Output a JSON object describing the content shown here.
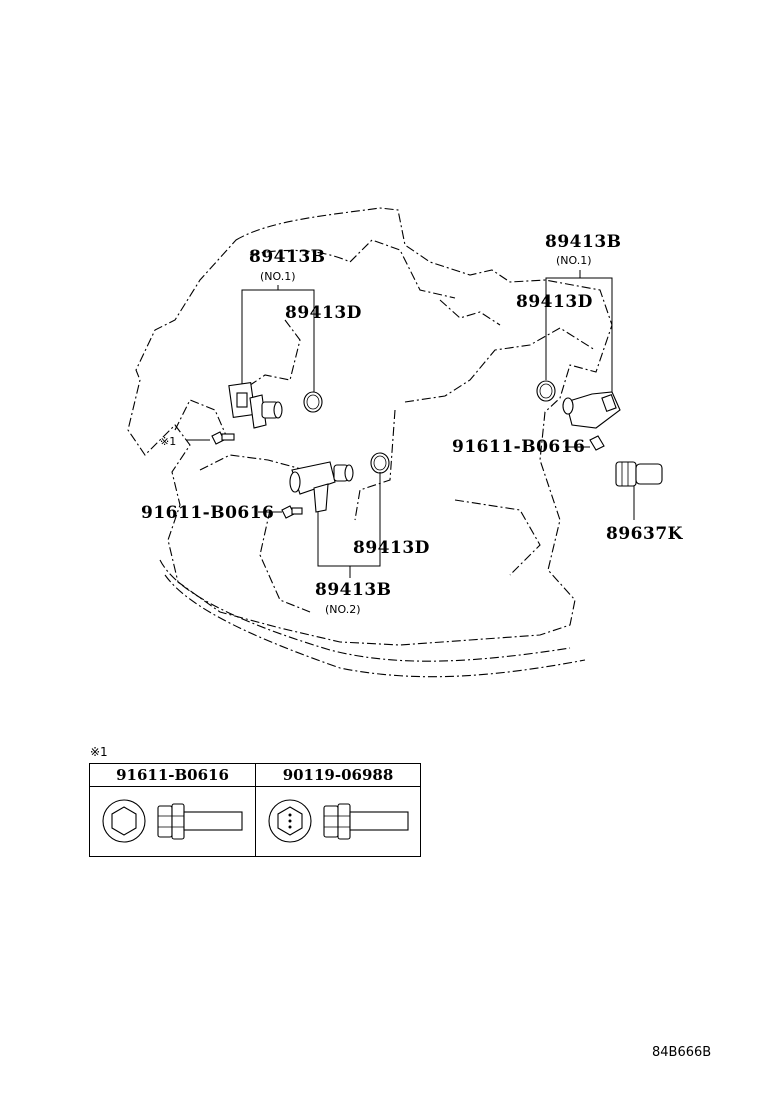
{
  "labels": {
    "left_sensor_part": "89413B",
    "left_sensor_sub": "(NO.1)",
    "left_oring_part": "89413D",
    "note_marker": "※1",
    "left_bolt_part": "91611-B0616",
    "center_oring_part": "89413D",
    "center_sensor_part": "89413B",
    "center_sensor_sub": "(NO.2)",
    "right_sensor_part": "89413B",
    "right_sensor_sub": "(NO.1)",
    "right_oring_part": "89413D",
    "right_bolt_part": "91611-B0616",
    "speed_sensor_part": "89637K"
  },
  "legend": {
    "marker": "※1",
    "columns": [
      {
        "part": "91611-B0616",
        "head": "hex"
      },
      {
        "part": "90119-06988",
        "head": "hex-marked"
      }
    ]
  },
  "reference_code": "84B666B"
}
